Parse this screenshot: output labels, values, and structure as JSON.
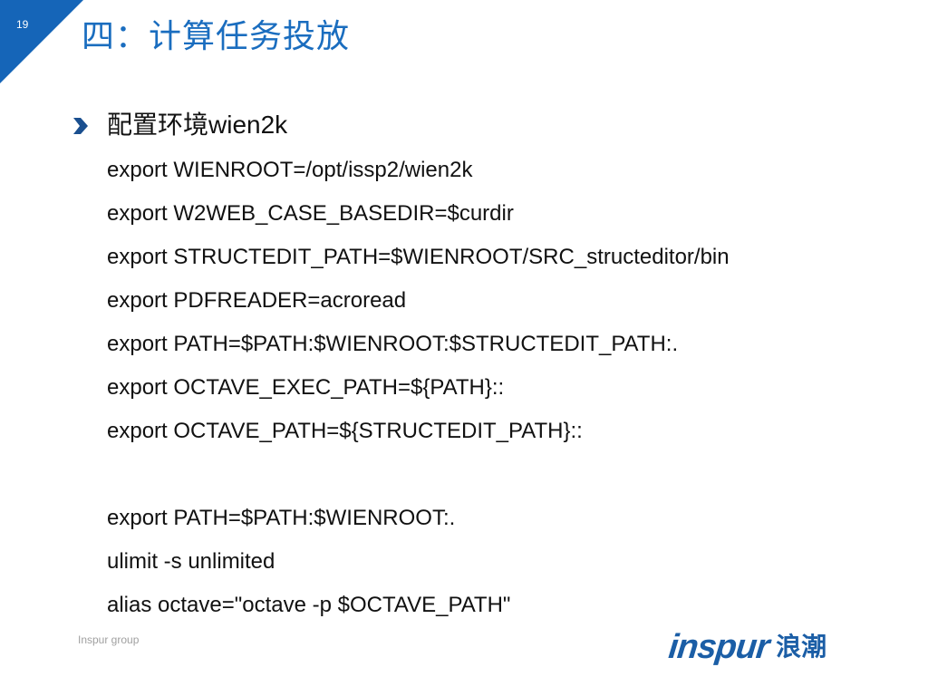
{
  "slide": {
    "page_number": "19",
    "title": "四：计算任务投放",
    "heading_cjk": "配置环境",
    "heading_latin": "wien2k",
    "lines": [
      "export WIENROOT=/opt/issp2/wien2k",
      "export W2WEB_CASE_BASEDIR=$curdir",
      "export STRUCTEDIT_PATH=$WIENROOT/SRC_structeditor/bin",
      "export PDFREADER=acroread",
      "export PATH=$PATH:$WIENROOT:$STRUCTEDIT_PATH:.",
      "export OCTAVE_EXEC_PATH=${PATH}::",
      "export OCTAVE_PATH=${STRUCTEDIT_PATH}::",
      "",
      "export PATH=$PATH:$WIENROOT:.",
      "ulimit -s unlimited",
      "alias octave=\"octave -p $OCTAVE_PATH\""
    ],
    "footer": "Inspur group",
    "logo_word": "inspur",
    "logo_cn": "浪潮",
    "bullet_icon": "chevron-right-icon"
  },
  "colors": {
    "accent": "#1565b8",
    "title": "#1a6dbf",
    "logo": "#1b5ea6",
    "text": "#111111",
    "footer": "#a0a0a0"
  }
}
